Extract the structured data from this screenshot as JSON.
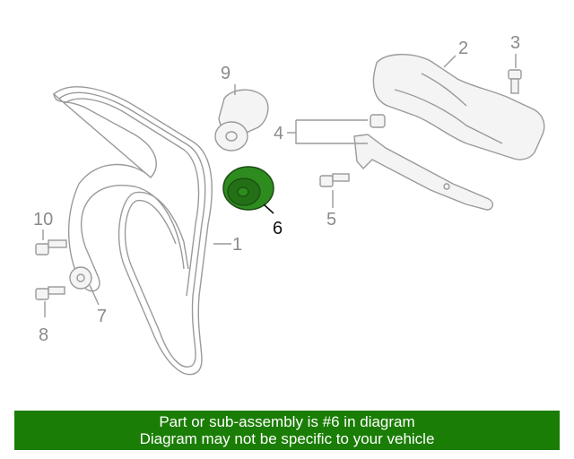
{
  "diagram": {
    "callouts": [
      "1",
      "2",
      "3",
      "4",
      "5",
      "6",
      "7",
      "8",
      "9",
      "10"
    ],
    "highlighted_part": "6",
    "highlight_color": "#2e8b1e",
    "line_color": "#9a9a9a"
  },
  "banner": {
    "line1": "Part or sub-assembly is #6 in diagram",
    "line2": "Diagram may not be specific to your vehicle",
    "background": "#1a7d05"
  }
}
